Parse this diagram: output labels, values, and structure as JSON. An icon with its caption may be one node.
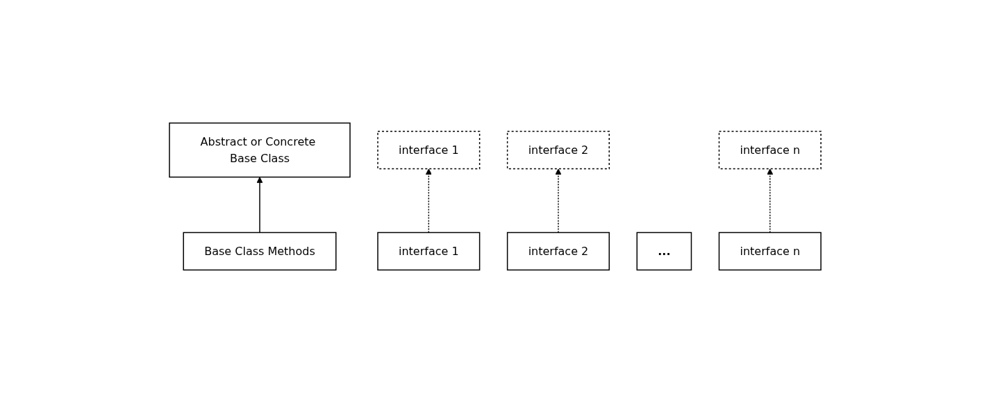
{
  "diagram": {
    "nodes": [
      {
        "text": [
          "Abstract or Concrete Base Class"
        ]
      },
      {
        "text": [
          "interface 1"
        ]
      },
      {
        "text": [
          "interface 2"
        ]
      },
      {
        "text": [
          "interface n"
        ]
      },
      {
        "text": [
          "Base Class Methods"
        ]
      },
      {
        "text": [
          "interface 1"
        ]
      },
      {
        "text": [
          "interface 2"
        ]
      },
      {
        "text": [
          "..."
        ]
      },
      {
        "text": [
          "interface n"
        ]
      }
    ],
    "edges": [
      {
        "from": 4,
        "to": 0,
        "arrow": "to"
      },
      {
        "from": 5,
        "to": 1,
        "arrow": "to",
        "style": "dashed"
      },
      {
        "from": 6,
        "to": 2,
        "arrow": "to",
        "style": "dashed"
      },
      {
        "from": 8,
        "to": 3,
        "arrow": "to",
        "style": "dashed"
      }
    ]
  }
}
